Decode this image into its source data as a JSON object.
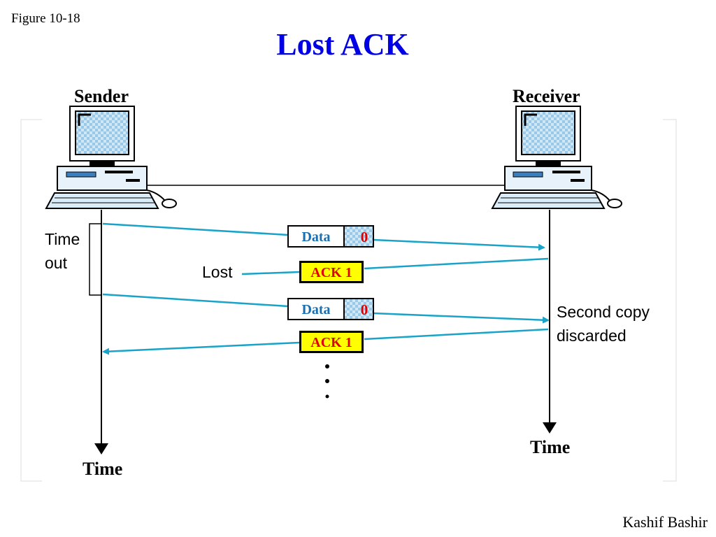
{
  "figure_label": "Figure 10-18",
  "title": "Lost ACK",
  "author": "Kashif Bashir",
  "diagram": {
    "sender_label": "Sender",
    "receiver_label": "Receiver",
    "time_label_sender": "Time",
    "time_label_receiver": "Time",
    "timeout_label_line1": "Time",
    "timeout_label_line2": "out",
    "lost_label": "Lost",
    "discard_label_line1": "Second copy",
    "discard_label_line2": "discarded",
    "frames": [
      {
        "kind": "data",
        "label": "Data",
        "seq": "0"
      },
      {
        "kind": "ack",
        "label": "ACK 1"
      },
      {
        "kind": "data",
        "label": "Data",
        "seq": "0"
      },
      {
        "kind": "ack",
        "label": "ACK 1"
      }
    ],
    "colors": {
      "arrow": "#1aa3c8",
      "data_text": "#1a6fb0",
      "seq_text": "#e00000",
      "ack_fill": "#ffff00",
      "ack_text": "#e00000",
      "title": "#0000e6"
    }
  }
}
